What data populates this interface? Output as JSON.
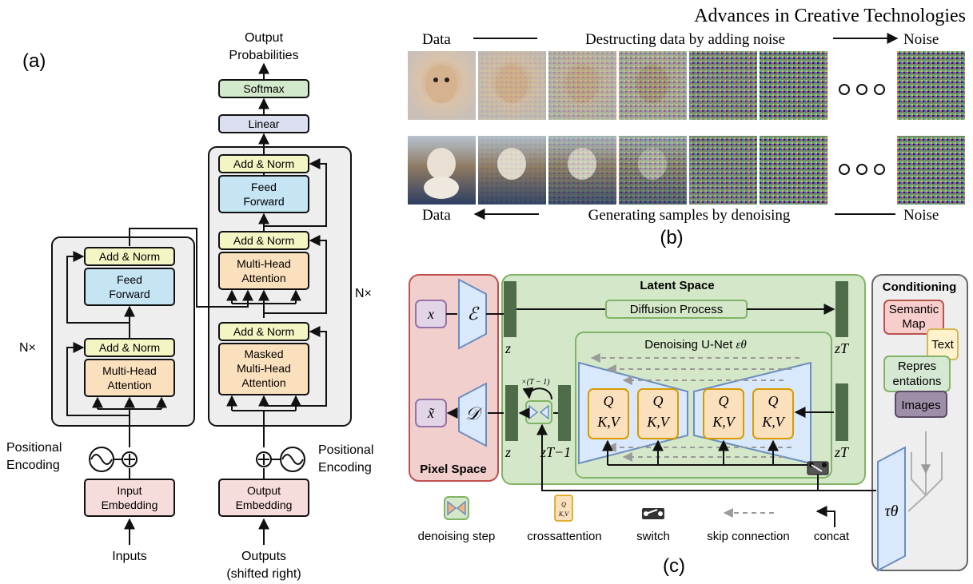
{
  "panel_a": {
    "label": "(a)",
    "output_probabilities": [
      "Output",
      "Probabilities"
    ],
    "softmax": "Softmax",
    "linear": "Linear",
    "add_norm": "Add & Norm",
    "feed_forward": [
      "Feed",
      "Forward"
    ],
    "multi_head_attention": [
      "Multi-Head",
      "Attention"
    ],
    "masked_multi_head_attention": [
      "Masked",
      "Multi-Head",
      "Attention"
    ],
    "nx": "N×",
    "positional_encoding": [
      "Positional",
      "Encoding"
    ],
    "input_embedding": [
      "Input",
      "Embedding"
    ],
    "output_embedding": [
      "Output",
      "Embedding"
    ],
    "inputs": "Inputs",
    "outputs": [
      "Outputs",
      "(shifted right)"
    ]
  },
  "panel_b": {
    "label": "(b)",
    "watermark": "Advances in Creative Technologies",
    "top_left": "Data",
    "top_middle": "Destructing data by adding noise",
    "top_right": "Noise",
    "bottom_left": "Data",
    "bottom_middle": "Generating samples by denoising",
    "bottom_right": "Noise"
  },
  "panel_c": {
    "label": "(c)",
    "latent_space": "Latent Space",
    "pixel_space": "Pixel Space",
    "conditioning": "Conditioning",
    "diffusion_process": "Diffusion Process",
    "unet_title": "Denoising U-Net",
    "unet_symbol": "εθ",
    "x": "x",
    "x_tilde": "x̃",
    "encoder": "ℰ",
    "decoder": "𝒟",
    "z": "z",
    "z_T": "zT",
    "z_T_minus_1": "zT−1",
    "repeat": "×(T − 1)",
    "q": "Q",
    "kv": "K,V",
    "tau": "τθ",
    "cond_semantic_map": [
      "Semantic",
      "Map"
    ],
    "cond_text": "Text",
    "cond_representations": [
      "Repres",
      "entations"
    ],
    "cond_images": "Images",
    "legend_denoising_step": "denoising step",
    "legend_crossattention": "crossattention",
    "legend_switch": "switch",
    "legend_skip_connection": "skip connection",
    "legend_concat": "concat"
  },
  "colors": {
    "add_norm": "#f3f5c2",
    "feed_forward": "#c5e4f4",
    "attention": "#fbe0bd",
    "embedding": "#f6dcdb",
    "softmax": "#d3e9cc",
    "linear": "#dcdff0",
    "panel_gray": "#eeeeee",
    "latent_green": "#d4e8c9",
    "pixel_pink": "#f1cfcc",
    "z_bar": "#4d6c47",
    "unet_blue": "#cfdcf3"
  }
}
